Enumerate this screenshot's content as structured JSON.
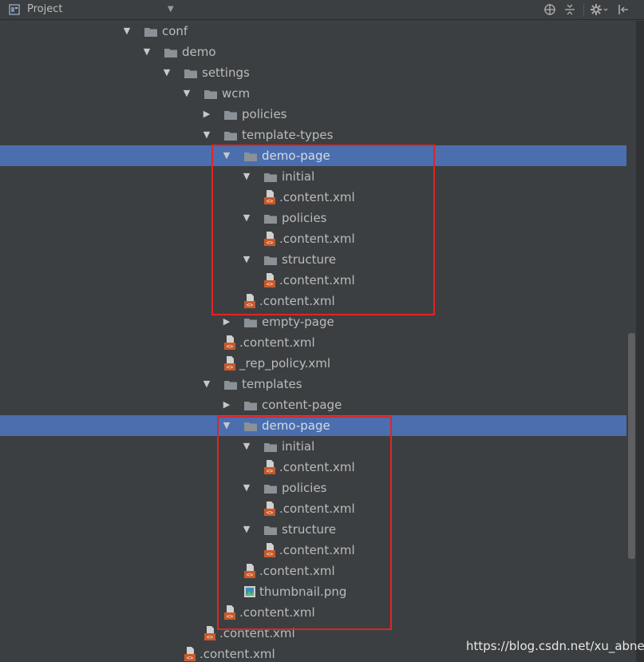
{
  "header": {
    "title": "Project",
    "icons": [
      "project-view-icon",
      "dropdown-arrow-icon",
      "locate-icon",
      "collapse-all-icon",
      "gear-icon",
      "hide-icon"
    ]
  },
  "colors": {
    "background": "#3c3f41",
    "selection": "#4b6eaf",
    "highlight_box": "#e02424",
    "folder": "#8a9197",
    "xml_badge": "#c75a2b"
  },
  "tree": [
    {
      "label": "conf",
      "type": "folder",
      "depth": 0,
      "expanded": true
    },
    {
      "label": "demo",
      "type": "folder",
      "depth": 1,
      "expanded": true
    },
    {
      "label": "settings",
      "type": "folder",
      "depth": 2,
      "expanded": true
    },
    {
      "label": "wcm",
      "type": "folder",
      "depth": 3,
      "expanded": true
    },
    {
      "label": "policies",
      "type": "folder",
      "depth": 4,
      "expanded": false
    },
    {
      "label": "template-types",
      "type": "folder",
      "depth": 4,
      "expanded": true
    },
    {
      "label": "demo-page",
      "type": "folder",
      "depth": 5,
      "expanded": true,
      "selected": true
    },
    {
      "label": "initial",
      "type": "folder",
      "depth": 6,
      "expanded": true
    },
    {
      "label": ".content.xml",
      "type": "xml",
      "depth": 7
    },
    {
      "label": "policies",
      "type": "folder",
      "depth": 6,
      "expanded": true
    },
    {
      "label": ".content.xml",
      "type": "xml",
      "depth": 7
    },
    {
      "label": "structure",
      "type": "folder",
      "depth": 6,
      "expanded": true
    },
    {
      "label": ".content.xml",
      "type": "xml",
      "depth": 7
    },
    {
      "label": ".content.xml",
      "type": "xml",
      "depth": 6
    },
    {
      "label": "empty-page",
      "type": "folder",
      "depth": 5,
      "expanded": false
    },
    {
      "label": ".content.xml",
      "type": "xml",
      "depth": 5
    },
    {
      "label": "_rep_policy.xml",
      "type": "xml",
      "depth": 5
    },
    {
      "label": "templates",
      "type": "folder",
      "depth": 4,
      "expanded": true
    },
    {
      "label": "content-page",
      "type": "folder",
      "depth": 5,
      "expanded": false
    },
    {
      "label": "demo-page",
      "type": "folder",
      "depth": 5,
      "expanded": true,
      "selected": true
    },
    {
      "label": "initial",
      "type": "folder",
      "depth": 6,
      "expanded": true
    },
    {
      "label": ".content.xml",
      "type": "xml",
      "depth": 7
    },
    {
      "label": "policies",
      "type": "folder",
      "depth": 6,
      "expanded": true
    },
    {
      "label": ".content.xml",
      "type": "xml",
      "depth": 7
    },
    {
      "label": "structure",
      "type": "folder",
      "depth": 6,
      "expanded": true
    },
    {
      "label": ".content.xml",
      "type": "xml",
      "depth": 7
    },
    {
      "label": ".content.xml",
      "type": "xml",
      "depth": 6
    },
    {
      "label": "thumbnail.png",
      "type": "png",
      "depth": 6
    },
    {
      "label": ".content.xml",
      "type": "xml",
      "depth": 5
    },
    {
      "label": ".content.xml",
      "type": "xml",
      "depth": 4
    },
    {
      "label": ".content.xml",
      "type": "xml",
      "depth": 3
    }
  ],
  "watermark": "https://blog.csdn.net/xu_abner"
}
